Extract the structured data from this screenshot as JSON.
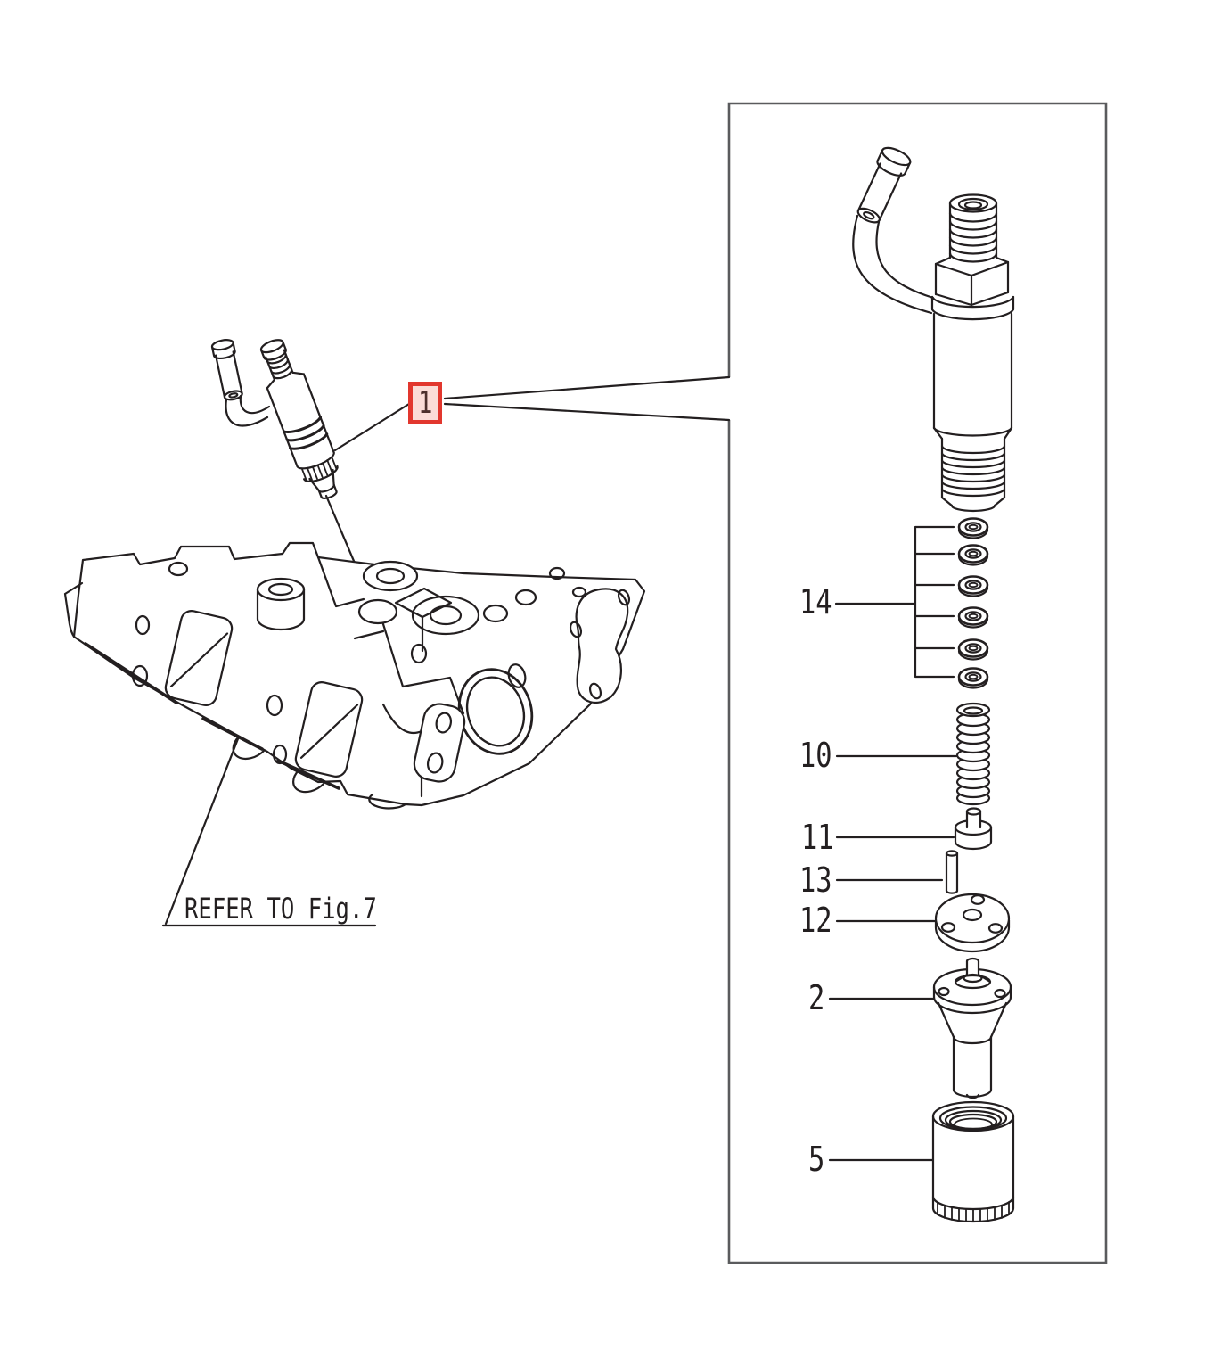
{
  "diagram": {
    "highlight_callout": "1",
    "reference_note": "REFER TO Fig.7",
    "part_labels": [
      "14",
      "10",
      "11",
      "13",
      "12",
      "2",
      "5"
    ]
  },
  "icons": {
    "exploded_view_panel": "detail-panel-box",
    "leader_lines": "callout-leader-lines"
  },
  "colors": {
    "line_art": "#231f20",
    "panel_border": "#5a5b5d",
    "highlight_border": "#e2372e",
    "highlight_fill": "#fbdcd7",
    "highlight_text": "#4d2f2c",
    "background": "#ffffff"
  }
}
